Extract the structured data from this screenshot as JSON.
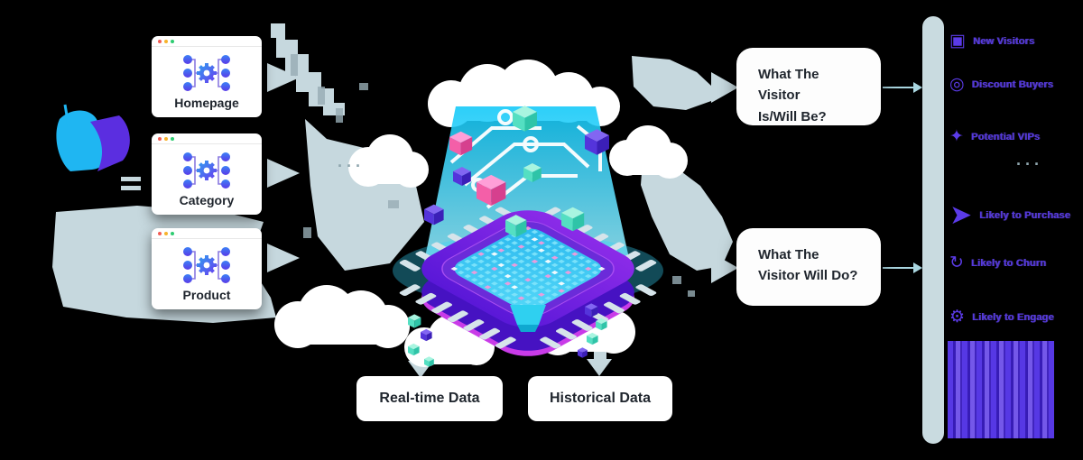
{
  "logo": {
    "name": "visitor-logo",
    "cyan": "#1FB6F2",
    "purple": "#5B2EE0"
  },
  "windows": {
    "traffic_lights": [
      "#F25C54",
      "#F7B32B",
      "#2ECC71"
    ],
    "items": [
      {
        "label": "Homepage"
      },
      {
        "label": "Category"
      },
      {
        "label": "Product"
      }
    ]
  },
  "ellipsis": "···",
  "data_inputs": {
    "realtime": "Real-time Data",
    "historical": "Historical Data"
  },
  "questions": [
    {
      "line1": "What The Visitor",
      "line2": "Is/Will Be?"
    },
    {
      "line1": "What The",
      "line2": "Visitor Will Do?"
    }
  ],
  "outputs": {
    "items": [
      {
        "icon": "browser-icon",
        "glyph": "▣",
        "label": "New Visitors"
      },
      {
        "icon": "target-icon",
        "glyph": "◎",
        "label": "Discount Buyers"
      },
      {
        "icon": "vip-star-icon",
        "glyph": "✦",
        "label": "Potential VIPs"
      },
      {
        "icon": "megaphone-icon",
        "glyph": "➤",
        "label": "Likely to Purchase"
      },
      {
        "icon": "churn-icon",
        "glyph": "↻",
        "label": "Likely to Churn"
      },
      {
        "icon": "engage-gear-icon",
        "glyph": "⚙",
        "label": "Likely to Engage"
      }
    ]
  },
  "colors": {
    "arrow": "#C6D8DE",
    "arrow_dark": "#97ACB4",
    "beam_top": "#10C8F8",
    "beam_bottom": "#9FF0FF",
    "chip_body": "#7B24E0",
    "chip_base": "#4612C2",
    "chip_rim": "#C93BE8",
    "screen": "#35C8F2",
    "dot_cyan": "#7FE4FB",
    "dot_pink": "#F79ADC",
    "pin": "#D6E4EA",
    "output_purple": "#5B3BE8"
  }
}
